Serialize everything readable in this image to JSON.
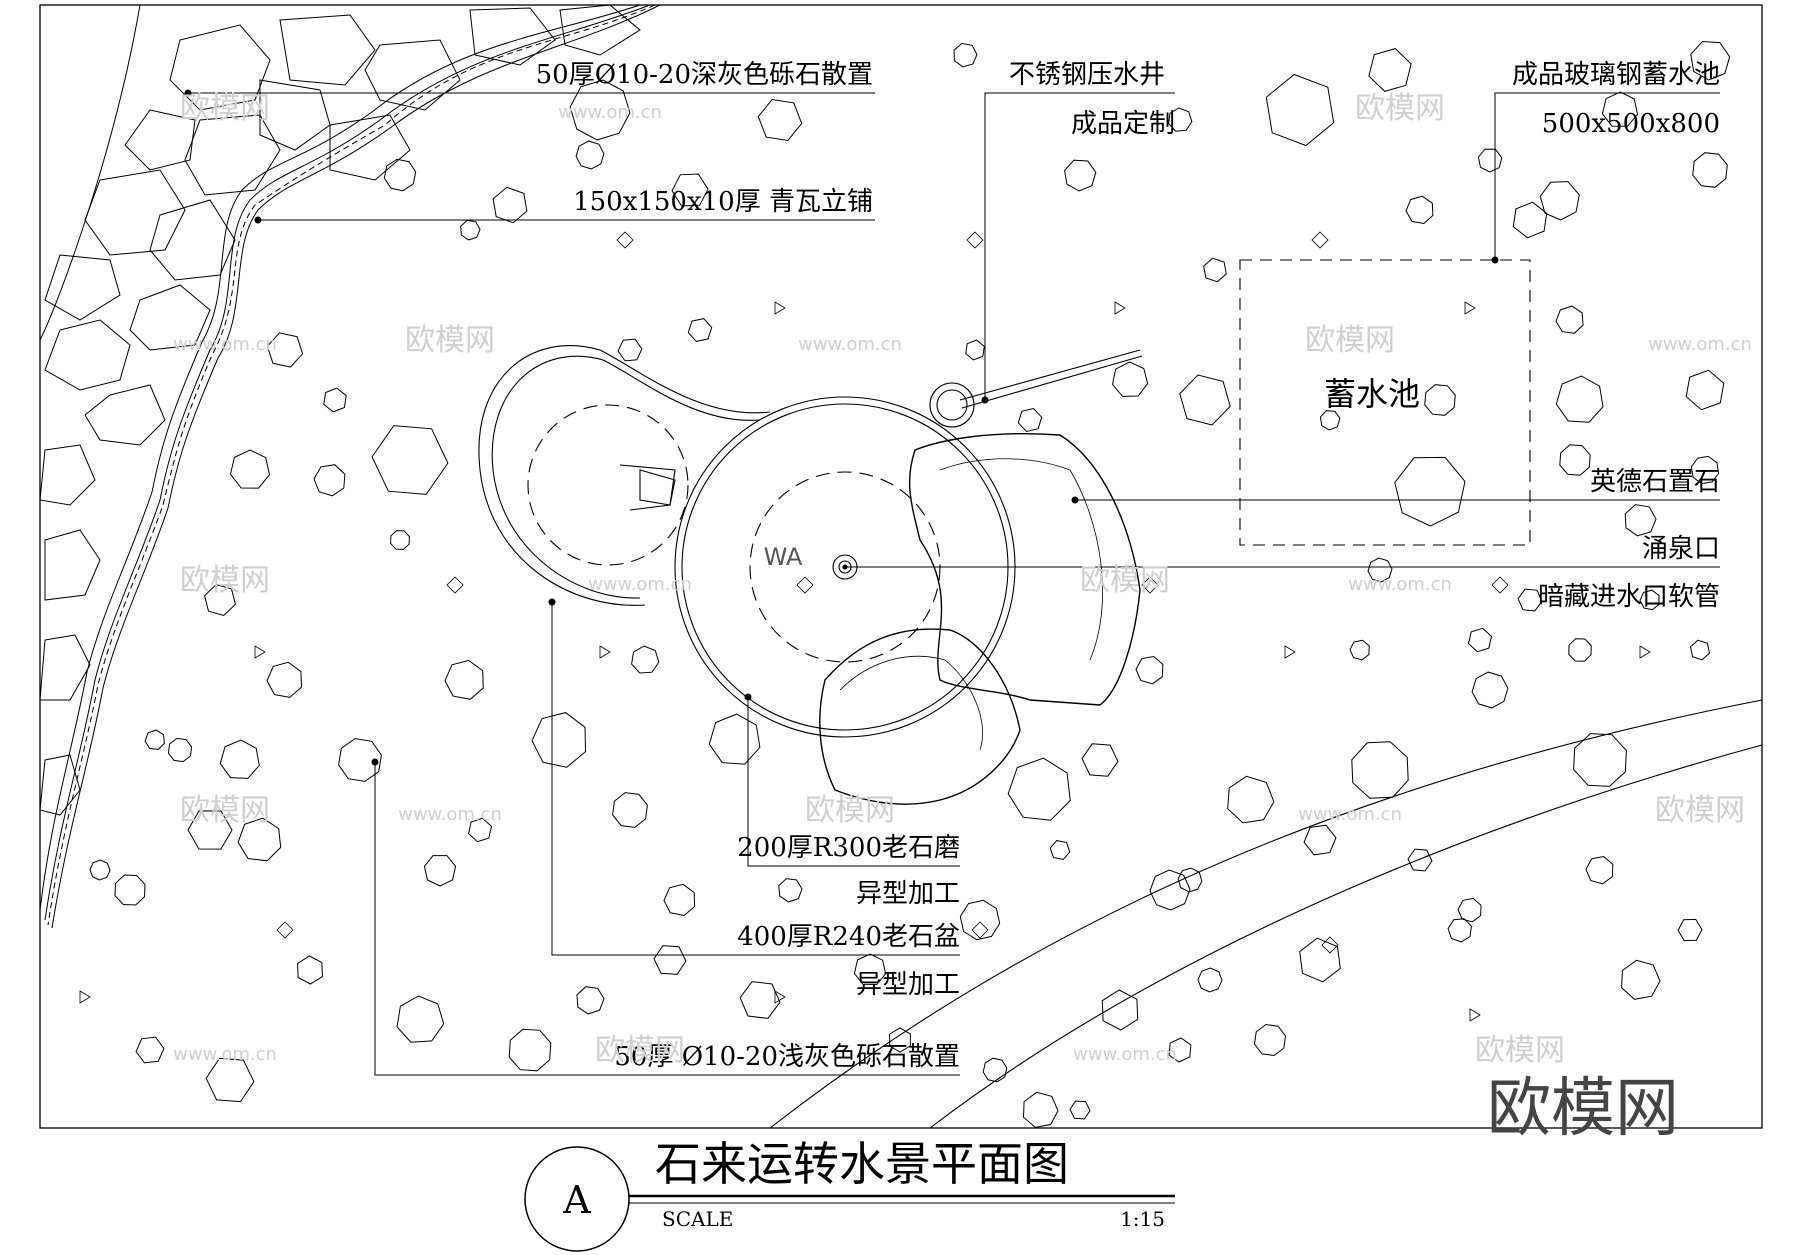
{
  "labels": {
    "gravel_dark": "50厚Ø10-20深灰色砾石散置",
    "tile": "150x150x10厚 青瓦立铺",
    "steel_well_1": "不锈钢压水井",
    "steel_well_2": "成品定制",
    "tank_1": "成品玻璃钢蓄水池",
    "tank_2": "500x500x800",
    "reservoir": "蓄水池",
    "stone": "英德石置石",
    "fountain": "涌泉口",
    "hose": "暗藏进水口软管",
    "wa": "WA",
    "millstone_1": "200厚R300老石磨",
    "millstone_2": "异型加工",
    "basin_1": "400厚R240老石盆",
    "basin_2": "异型加工",
    "gravel_light": "50厚 Ø10-20浅灰色砾石散置"
  },
  "title_block": {
    "symbol": "A",
    "title": "石来运转水景平面图",
    "scale_label": "SCALE",
    "scale_value": "1:15"
  },
  "watermark": {
    "text": "欧模网",
    "url": "www.om.cn",
    "brand": "欧模网"
  },
  "colors": {
    "line": "#000000",
    "watermark": "#cfcfcf"
  }
}
